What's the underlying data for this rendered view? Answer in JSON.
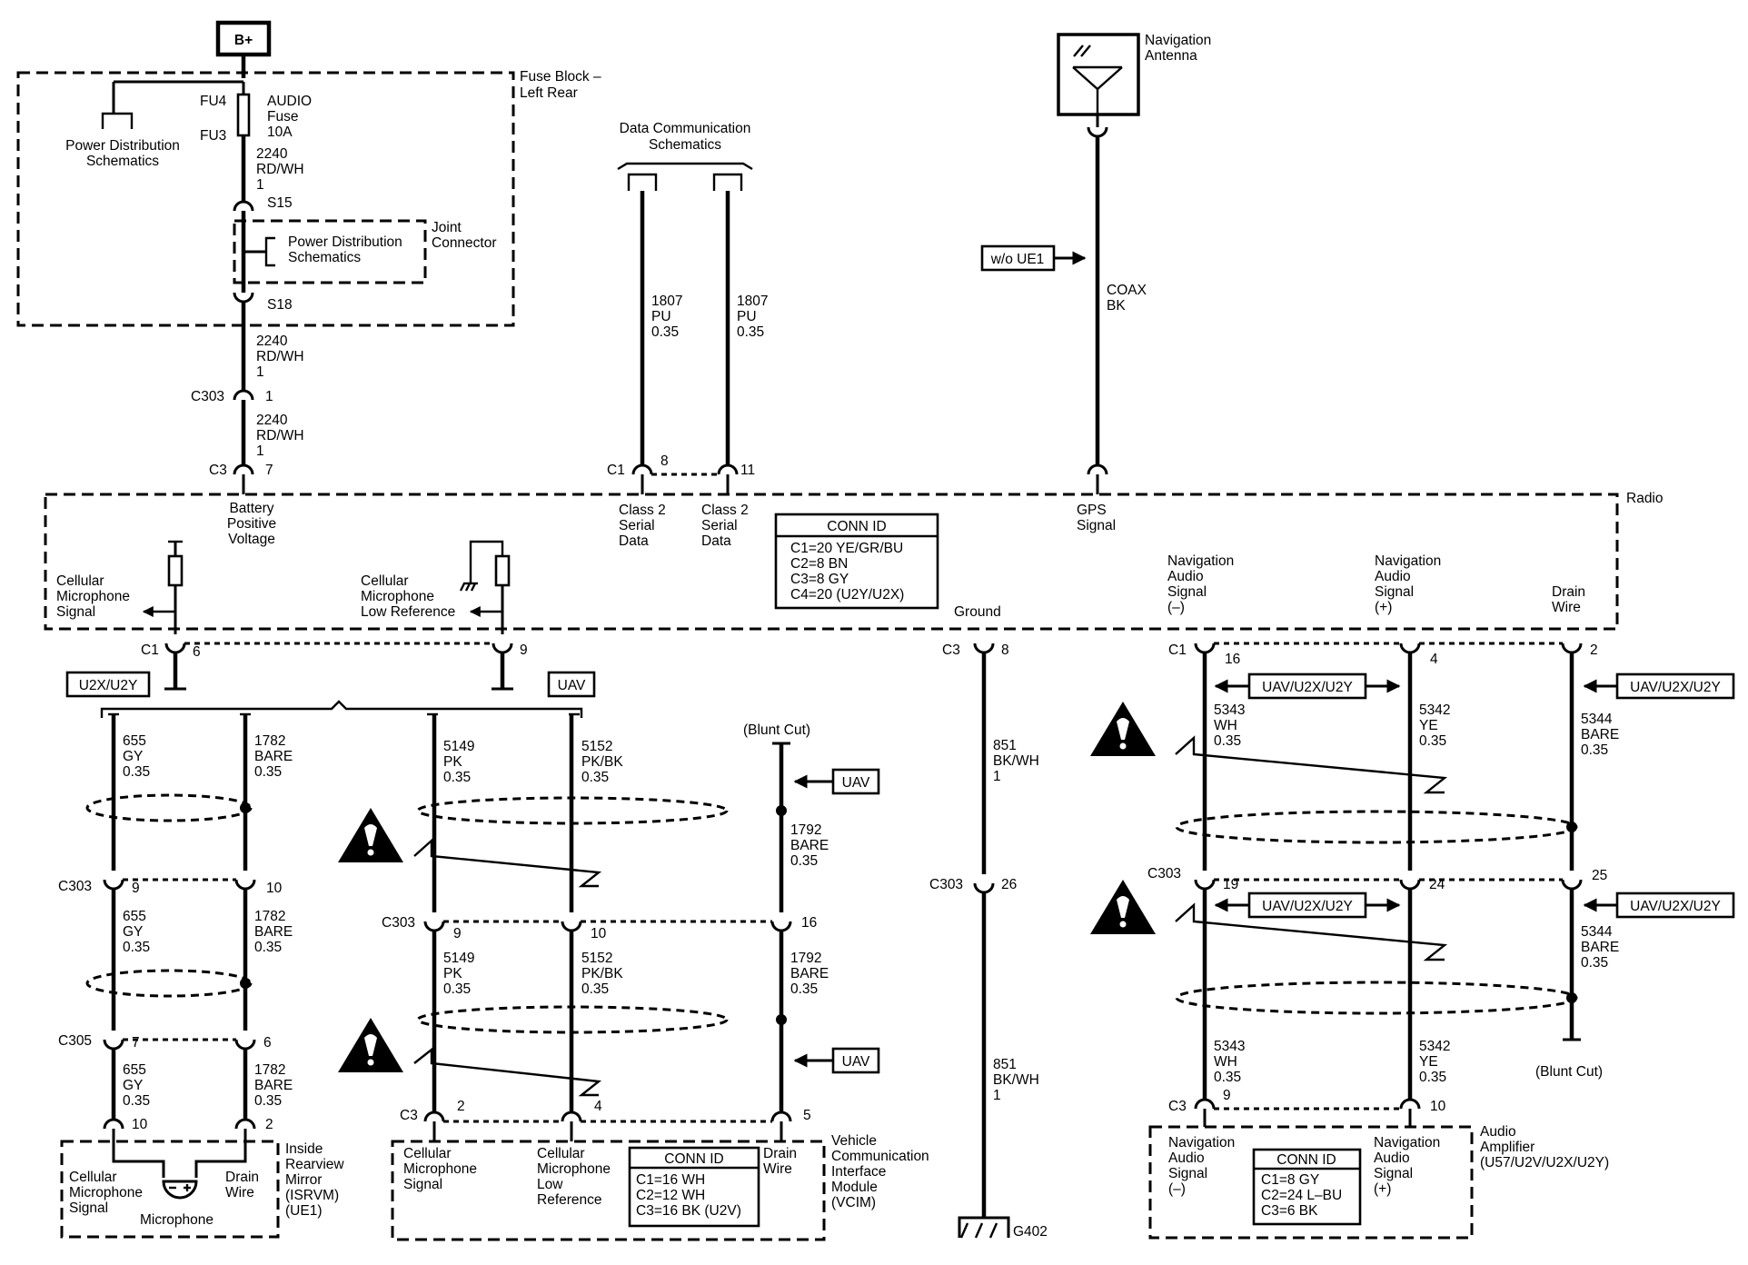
{
  "battery": "B+",
  "fuse_block": {
    "title": [
      "Fuse Block –",
      "Left Rear"
    ],
    "fu4": "FU4",
    "fu3": "FU3",
    "fuse": [
      "AUDIO",
      "Fuse",
      "10A"
    ],
    "pds_left": [
      "Power Distribution",
      "Schematics"
    ],
    "w2240_a": [
      "2240",
      "RD/WH",
      "1"
    ],
    "s15": "S15",
    "pds_joint": [
      "Power Distribution",
      "Schematics"
    ],
    "joint_connector": [
      "Joint",
      "Connector"
    ],
    "s18": "S18"
  },
  "feed": {
    "w2240_b": [
      "2240",
      "RD/WH",
      "1"
    ],
    "c303": "C303",
    "c303_pin": "1",
    "w2240_c": [
      "2240",
      "RD/WH",
      "1"
    ],
    "c3": "C3",
    "c3_pin": "7"
  },
  "data_comm": {
    "title": [
      "Data Communication",
      "Schematics"
    ],
    "w1807_a": [
      "1807",
      "PU",
      "0.35"
    ],
    "w1807_b": [
      "1807",
      "PU",
      "0.35"
    ],
    "c1": "C1",
    "pin_a": "8",
    "pin_b": "11"
  },
  "antenna": {
    "title": [
      "Navigation",
      "Antenna"
    ],
    "wo_ue1": "w/o UE1",
    "coax": [
      "COAX",
      "BK"
    ]
  },
  "radio": {
    "title": "Radio",
    "battery_positive": [
      "Battery",
      "Positive",
      "Voltage"
    ],
    "class2_a": [
      "Class 2",
      "Serial",
      "Data"
    ],
    "class2_b": [
      "Class 2",
      "Serial",
      "Data"
    ],
    "gps": [
      "GPS",
      "Signal"
    ],
    "conn_id_title": "CONN ID",
    "conn_id": [
      "C1=20 YE/GR/BU",
      "C2=8 BN",
      "C3=8 GY",
      "C4=20 (U2Y/U2X)"
    ],
    "cell_mic": [
      "Cellular",
      "Microphone",
      "Signal"
    ],
    "cell_mic_low": [
      "Cellular",
      "Microphone",
      "Low Reference"
    ],
    "ground": "Ground",
    "nav_minus": [
      "Navigation",
      "Audio",
      "Signal",
      "(–)"
    ],
    "nav_plus": [
      "Navigation",
      "Audio",
      "Signal",
      "(+)"
    ],
    "drain": [
      "Drain",
      "Wire"
    ]
  },
  "connectors": {
    "c1": "C1",
    "c3": "C3",
    "c303": "C303",
    "c305": "C305",
    "pins": {
      "cell_c1": "6",
      "low_c1": "9",
      "gnd_c3": "8",
      "nm_c1": "16",
      "np_c1": "4",
      "dr_c1": "2",
      "mir_c303_a": "9",
      "mir_c303_b": "10",
      "mir_c305_a": "7",
      "mir_c305_b": "6",
      "mir_bot_a": "10",
      "mir_bot_b": "2",
      "v_c303_a": "9",
      "v_c303_b": "10",
      "v_c303_c": "16",
      "v_bot_a": "2",
      "v_bot_b": "4",
      "v_bot_c": "5",
      "gnd_c303": "26",
      "n_c303_a": "19",
      "n_c303_b": "24",
      "n_c303_c": "25",
      "n_bot_a": "9",
      "n_bot_b": "10"
    }
  },
  "options": {
    "u2x_u2y": "U2X/U2Y",
    "uav": "UAV",
    "uav_u2x_u2y": "UAV/U2X/U2Y"
  },
  "wires": {
    "w655": [
      "655",
      "GY",
      "0.35"
    ],
    "w1782": [
      "1782",
      "BARE",
      "0.35"
    ],
    "w5149": [
      "5149",
      "PK",
      "0.35"
    ],
    "w5152": [
      "5152",
      "PK/BK",
      "0.35"
    ],
    "w1792": [
      "1792",
      "BARE",
      "0.35"
    ],
    "w851": [
      "851",
      "BK/WH",
      "1"
    ],
    "w5343": [
      "5343",
      "WH",
      "0.35"
    ],
    "w5342": [
      "5342",
      "YE",
      "0.35"
    ],
    "w5344": [
      "5344",
      "BARE",
      "0.35"
    ],
    "blunt_cut": "(Blunt Cut)"
  },
  "mirror": {
    "cell_mic": [
      "Cellular",
      "Microphone",
      "Signal"
    ],
    "drain": [
      "Drain",
      "Wire"
    ],
    "microphone": "Microphone",
    "title": [
      "Inside",
      "Rearview",
      "Mirror",
      "(ISRVM)",
      "(UE1)"
    ]
  },
  "vcim": {
    "cell_mic": [
      "Cellular",
      "Microphone",
      "Signal"
    ],
    "cell_mic_low": [
      "Cellular",
      "Microphone",
      "Low",
      "Reference"
    ],
    "drain": [
      "Drain",
      "Wire"
    ],
    "conn_id_title": "CONN ID",
    "conn_id": [
      "C1=16 WH",
      "C2=12 WH",
      "C3=16 BK (U2V)"
    ],
    "title": [
      "Vehicle",
      "Communication",
      "Interface",
      "Module",
      "(VCIM)"
    ]
  },
  "ground": {
    "g402": "G402"
  },
  "amplifier": {
    "nav_minus": [
      "Navigation",
      "Audio",
      "Signal",
      "(–)"
    ],
    "nav_plus": [
      "Navigation",
      "Audio",
      "Signal",
      "(+)"
    ],
    "conn_id_title": "CONN ID",
    "conn_id": [
      "C1=8 GY",
      "C2=24 L–BU",
      "C3=6 BK"
    ],
    "title": [
      "Audio",
      "Amplifier",
      "(U57/U2V/U2X/U2Y)"
    ]
  }
}
